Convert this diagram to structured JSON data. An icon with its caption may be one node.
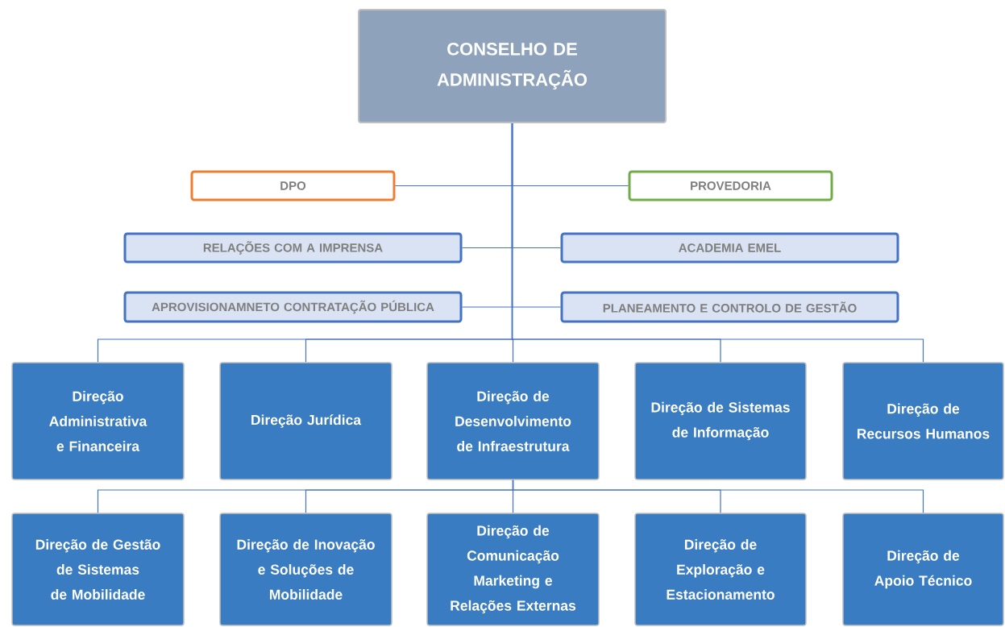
{
  "diagram": {
    "nodes": [
      {
        "text": [
          "CONSELHO DE ADMINISTRAÇÃO"
        ]
      },
      {
        "text": [
          "DPO"
        ]
      },
      {
        "text": [
          "PROVEDORIA"
        ]
      },
      {
        "text": [
          "RELAÇÕES COM A IMPRENSA"
        ]
      },
      {
        "text": [
          "ACADEMIA EMEL"
        ]
      },
      {
        "text": [
          "APROVISIONAMNETO CONTRATAÇÃO PÚBLICA"
        ]
      },
      {
        "text": [
          "PLANEAMENTO E CONTROLO DE GESTÃO"
        ]
      },
      {
        "text": [
          "Direção Administrativa e Financeira"
        ]
      },
      {
        "text": [
          "Direção Jurídica"
        ]
      },
      {
        "text": [
          "Direção de Desenvolvimento de Infraestrutura"
        ]
      },
      {
        "text": [
          "Direção de Sistemas de Informação"
        ]
      },
      {
        "text": [
          "Direção de Recursos Humanos"
        ]
      },
      {
        "text": [
          "Direção de Gestão de Sistemas de Mobilidade"
        ]
      },
      {
        "text": [
          "Direção de Inovação e Soluções de Mobilidade"
        ]
      },
      {
        "text": [
          "Direção de Comunicação Marketing e Relações Externas"
        ]
      },
      {
        "text": [
          "Direção de Exploração e Estacionamento"
        ]
      },
      {
        "text": [
          "Direção de Apoio Técnico"
        ]
      }
    ],
    "edges": [
      {
        "from": 0,
        "to": 1,
        "arrow": "none"
      },
      {
        "from": 0,
        "to": 2,
        "arrow": "none"
      },
      {
        "from": 0,
        "to": 3,
        "arrow": "none"
      },
      {
        "from": 0,
        "to": 4,
        "arrow": "none"
      },
      {
        "from": 0,
        "to": 5,
        "arrow": "none"
      },
      {
        "from": 0,
        "to": 6,
        "arrow": "none"
      },
      {
        "from": 0,
        "to": 7,
        "arrow": "none"
      },
      {
        "from": 0,
        "to": 8,
        "arrow": "none"
      },
      {
        "from": 0,
        "to": 9,
        "arrow": "none"
      },
      {
        "from": 0,
        "to": 10,
        "arrow": "none"
      },
      {
        "from": 0,
        "to": 11,
        "arrow": "none"
      },
      {
        "from": 9,
        "to": 12,
        "arrow": "none"
      },
      {
        "from": 9,
        "to": 13,
        "arrow": "none"
      },
      {
        "from": 9,
        "to": 14,
        "arrow": "none"
      },
      {
        "from": 9,
        "to": 15,
        "arrow": "none"
      },
      {
        "from": 9,
        "to": 16,
        "arrow": "none"
      }
    ]
  }
}
